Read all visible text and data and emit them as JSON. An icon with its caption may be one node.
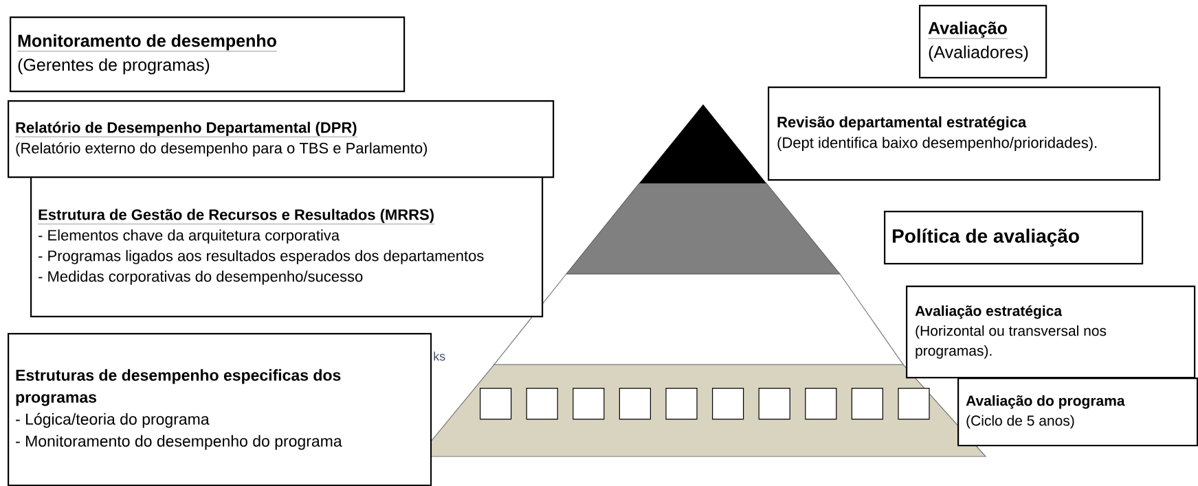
{
  "diagram": {
    "nodes": [
      {
        "text": [
          "Monitoramento de desempenho",
          "(Gerentes de programas)"
        ]
      },
      {
        "text": [
          "Avaliação",
          "(Avaliadores)"
        ]
      },
      {
        "text": [
          "Relatório de Desempenho Departamental (DPR)",
          "(Relatório externo do desempenho para o TBS e Parlamento)"
        ]
      },
      {
        "text": [
          "Revisão departamental estratégica",
          "(Dept identifica baixo desempenho/prioridades)."
        ]
      },
      {
        "text": [
          "Estrutura de Gestão de Recursos e Resultados (MRRS)",
          "- Elementos chave da arquitetura corporativa",
          "- Programas ligados aos resultados esperados dos departamentos",
          "- Medidas corporativas do desempenho/sucesso"
        ]
      },
      {
        "text": [
          "Política de avaliação"
        ]
      },
      {
        "text": [
          "Avaliação estratégica",
          "(Horizontal ou transversal nos programas)."
        ]
      },
      {
        "text": [
          "Estruturas de desempenho especificas dos programas",
          "- Lógica/teoria do programa",
          "- Monitoramento do desempenho do programa"
        ]
      },
      {
        "text": [],
        "shape": "box"
      },
      {
        "text": [],
        "shape": "box"
      },
      {
        "text": [],
        "shape": "box"
      },
      {
        "text": [],
        "shape": "box"
      },
      {
        "text": [],
        "shape": "box"
      },
      {
        "text": [],
        "shape": "box"
      },
      {
        "text": [],
        "shape": "box"
      },
      {
        "text": [],
        "shape": "box"
      },
      {
        "text": [],
        "shape": "box"
      },
      {
        "text": [],
        "shape": "box"
      },
      {
        "text": [
          "Avaliação do programa",
          "(Ciclo de 5 anos)"
        ]
      }
    ],
    "edges": [],
    "labels": [
      "ks"
    ]
  }
}
